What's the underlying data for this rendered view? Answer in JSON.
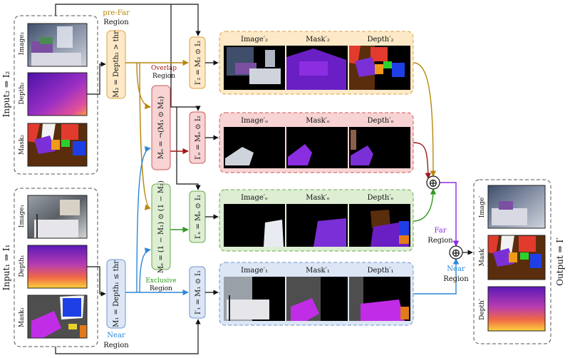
{
  "input2": {
    "title": "Input₂ ⇒ I₂",
    "labels": [
      "Image₂",
      "Depth₂",
      "Mask₂"
    ]
  },
  "input1": {
    "title": "Input₁ ⇒ I₁",
    "labels": [
      "Image₁",
      "Depth₁",
      "Mask₁"
    ]
  },
  "regions": {
    "pre_far": {
      "line1": "pre-Far",
      "line2": "Region"
    },
    "overlap": {
      "line1": "Overlap",
      "line2": "Region"
    },
    "exclusive": {
      "line1": "Exclusive",
      "line2": "Region"
    },
    "near": {
      "line1": "Near",
      "line2": "Region"
    },
    "far_out": {
      "line1": "Far",
      "line2": "Region"
    },
    "near_out": {
      "line1": "Near",
      "line2": "Region"
    }
  },
  "masks": {
    "m2": "M₂ = Depth₂ > thr",
    "mo": "Mₒ = ¬(M₁ ⊙ M₂)",
    "me": "Mₑ = (1 − M₁) ⊙ (1 − M₂)",
    "m1": "M₁ = Depth₁ ≤ thr"
  },
  "products": {
    "i2": "I′₂ = M₂ ⊙ I₂",
    "io": "I′ₒ = Mₒ ⊙ I₂",
    "ie": "I′ₑ = Mₑ ⊙ I₂",
    "i1": "I′₁ = M₁ ⊙ I₁"
  },
  "rows": {
    "r2": [
      "Image′₂",
      "Mask′₂",
      "Depth′₂"
    ],
    "ro": [
      "Image′ₒ",
      "Mask′ₒ",
      "Depth′ₒ"
    ],
    "re": [
      "Image′ₑ",
      "Mask′ₑ",
      "Depth′ₑ"
    ],
    "r1": [
      "Image′₁",
      "Mask′₁",
      "Depth′₁"
    ]
  },
  "output": {
    "title": "Output ⇒ I′",
    "labels": [
      "Image′",
      "Mask′",
      "Depth′"
    ]
  },
  "symbols": {
    "sum": "⊕"
  },
  "colors": {
    "orange_fill": "#fde9c7",
    "orange_stroke": "#d9a441",
    "orange_line": "#b8860b",
    "red_fill": "#f7d3d3",
    "red_stroke": "#d05858",
    "red_line": "#a01616",
    "green_fill": "#ddeed3",
    "green_stroke": "#6aa84f",
    "green_line": "#2f9a1e",
    "blue_fill": "#dce6f5",
    "blue_stroke": "#6f96cf",
    "blue_line": "#2b87d8",
    "purple_line": "#8a2be2"
  }
}
